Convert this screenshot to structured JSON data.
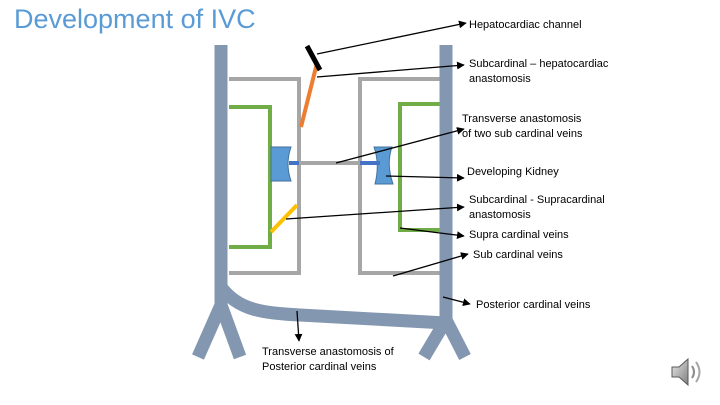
{
  "title": "Development of IVC",
  "labels": {
    "hepatocardiac": "Hepatocardiac channel",
    "subcardinal_hepatocardiac": [
      "Subcardinal – hepatocardiac",
      "anastomosis"
    ],
    "transverse_subcardinal": [
      "Transverse anastomosis",
      "of two sub cardinal veins"
    ],
    "kidney": "Developing Kidney",
    "subcardinal_supracardinal": [
      "Subcardinal - Supracardinal",
      "anastomosis"
    ],
    "supracardinal": "Supra cardinal veins",
    "subcardinal": "Sub cardinal veins",
    "posterior_cardinal": "Posterior cardinal veins",
    "transverse_posterior": [
      "Transverse anastomosis of",
      "Posterior cardinal veins"
    ]
  },
  "colors": {
    "title": "#5b9bd5",
    "posterior_cardinal_vein": "#8497b0",
    "subcardinal_vein": "#a6a6a6",
    "supracardinal_vein": "#70ad47",
    "hepatocardiac_segment": "#ed7d31",
    "sub_supra_anastomosis": "#ffc000",
    "kidney": "#5b9bd5",
    "renal_link": "#4472c4"
  },
  "icons": {
    "audio": "speaker-icon"
  }
}
